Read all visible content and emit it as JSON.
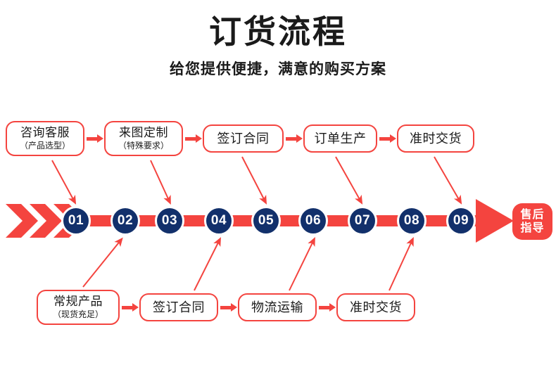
{
  "header": {
    "title": "订货流程",
    "subtitle": "给您提供便捷，满意的购买方案"
  },
  "colors": {
    "red": "#f4443f",
    "navy": "#12306b",
    "text": "#1a1a1a",
    "background": "#ffffff"
  },
  "top_row": {
    "boxes": [
      {
        "main": "咨询客服",
        "sub": "（产品选型）"
      },
      {
        "main": "来图定制",
        "sub": "（特殊要求）"
      },
      {
        "main": "签订合同",
        "sub": ""
      },
      {
        "main": "订单生产",
        "sub": ""
      },
      {
        "main": "准时交货",
        "sub": ""
      }
    ]
  },
  "bottom_row": {
    "boxes": [
      {
        "main": "常规产品",
        "sub": "（现货充足）"
      },
      {
        "main": "签订合同",
        "sub": ""
      },
      {
        "main": "物流运输",
        "sub": ""
      },
      {
        "main": "准时交货",
        "sub": ""
      }
    ]
  },
  "timeline": {
    "steps": [
      "01",
      "02",
      "03",
      "04",
      "05",
      "06",
      "07",
      "08",
      "09"
    ],
    "end_badge": {
      "line1": "售后",
      "line2": "指导"
    }
  }
}
